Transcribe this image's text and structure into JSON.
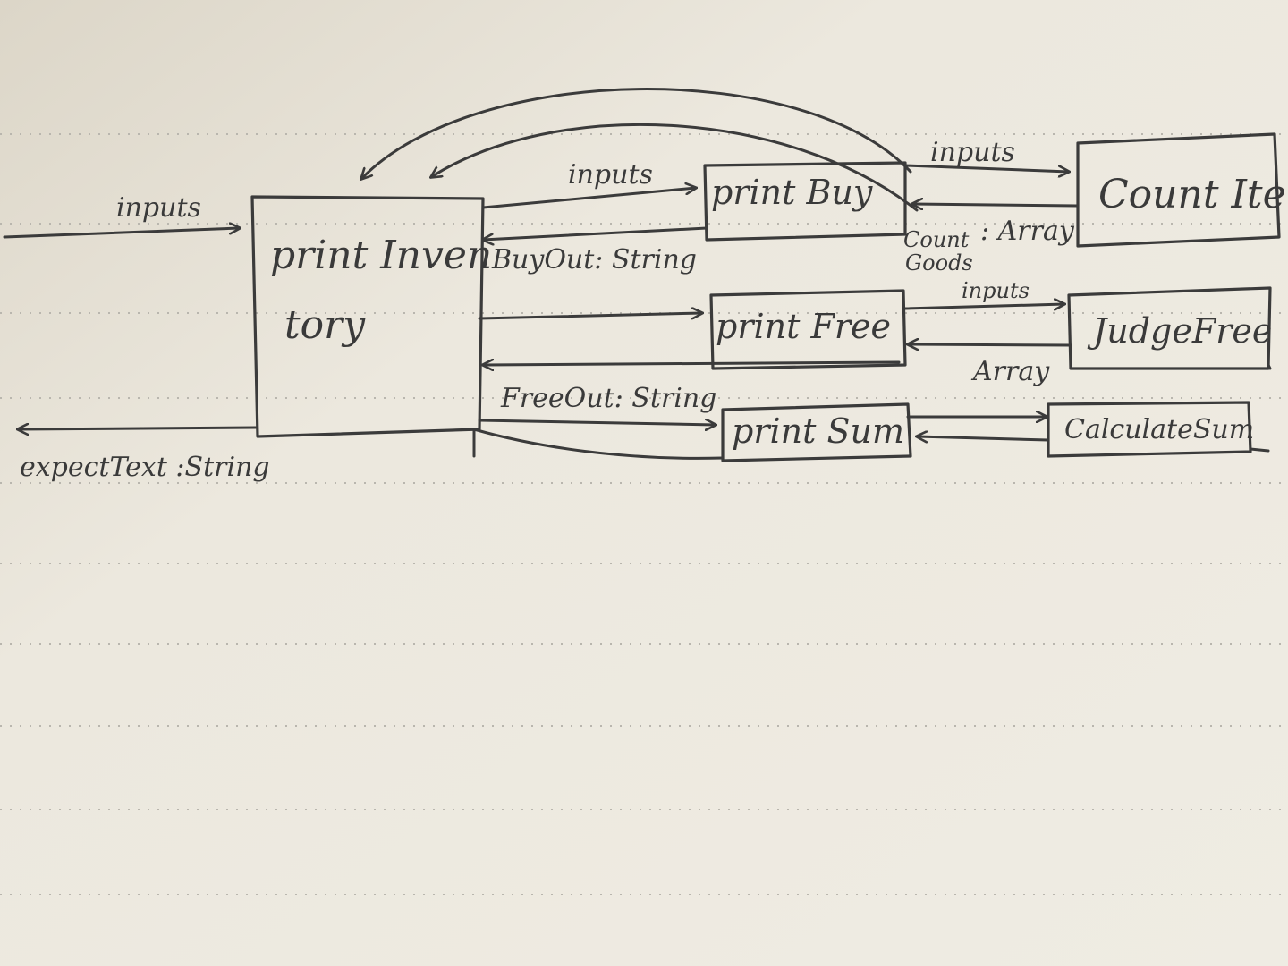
{
  "nodes": {
    "print_inventory": {
      "line1": "print Inven",
      "line2": "tory"
    },
    "print_buy": "print Buy",
    "print_free": "print Free",
    "print_sum": "print Sum",
    "count_item": "Count Item",
    "judge_free": "JudgeFree",
    "calculate_sum": "CalculateSum"
  },
  "edge_labels": {
    "inputs_in": "inputs",
    "expect_text": "expectText :String",
    "inputs_to_buy": "inputs",
    "buy_out": "BuyOut: String",
    "inputs_to_count": "inputs",
    "count_goods_1": "Count",
    "count_goods_2": "Goods",
    "count_array": ": Array",
    "inputs_to_judge": "inputs",
    "judge_array": "Array",
    "free_out": "FreeOut: String"
  },
  "colors": {
    "ink": "#3b3b3b",
    "paper": "#ece8dc",
    "rule": "#b9b6ae"
  }
}
